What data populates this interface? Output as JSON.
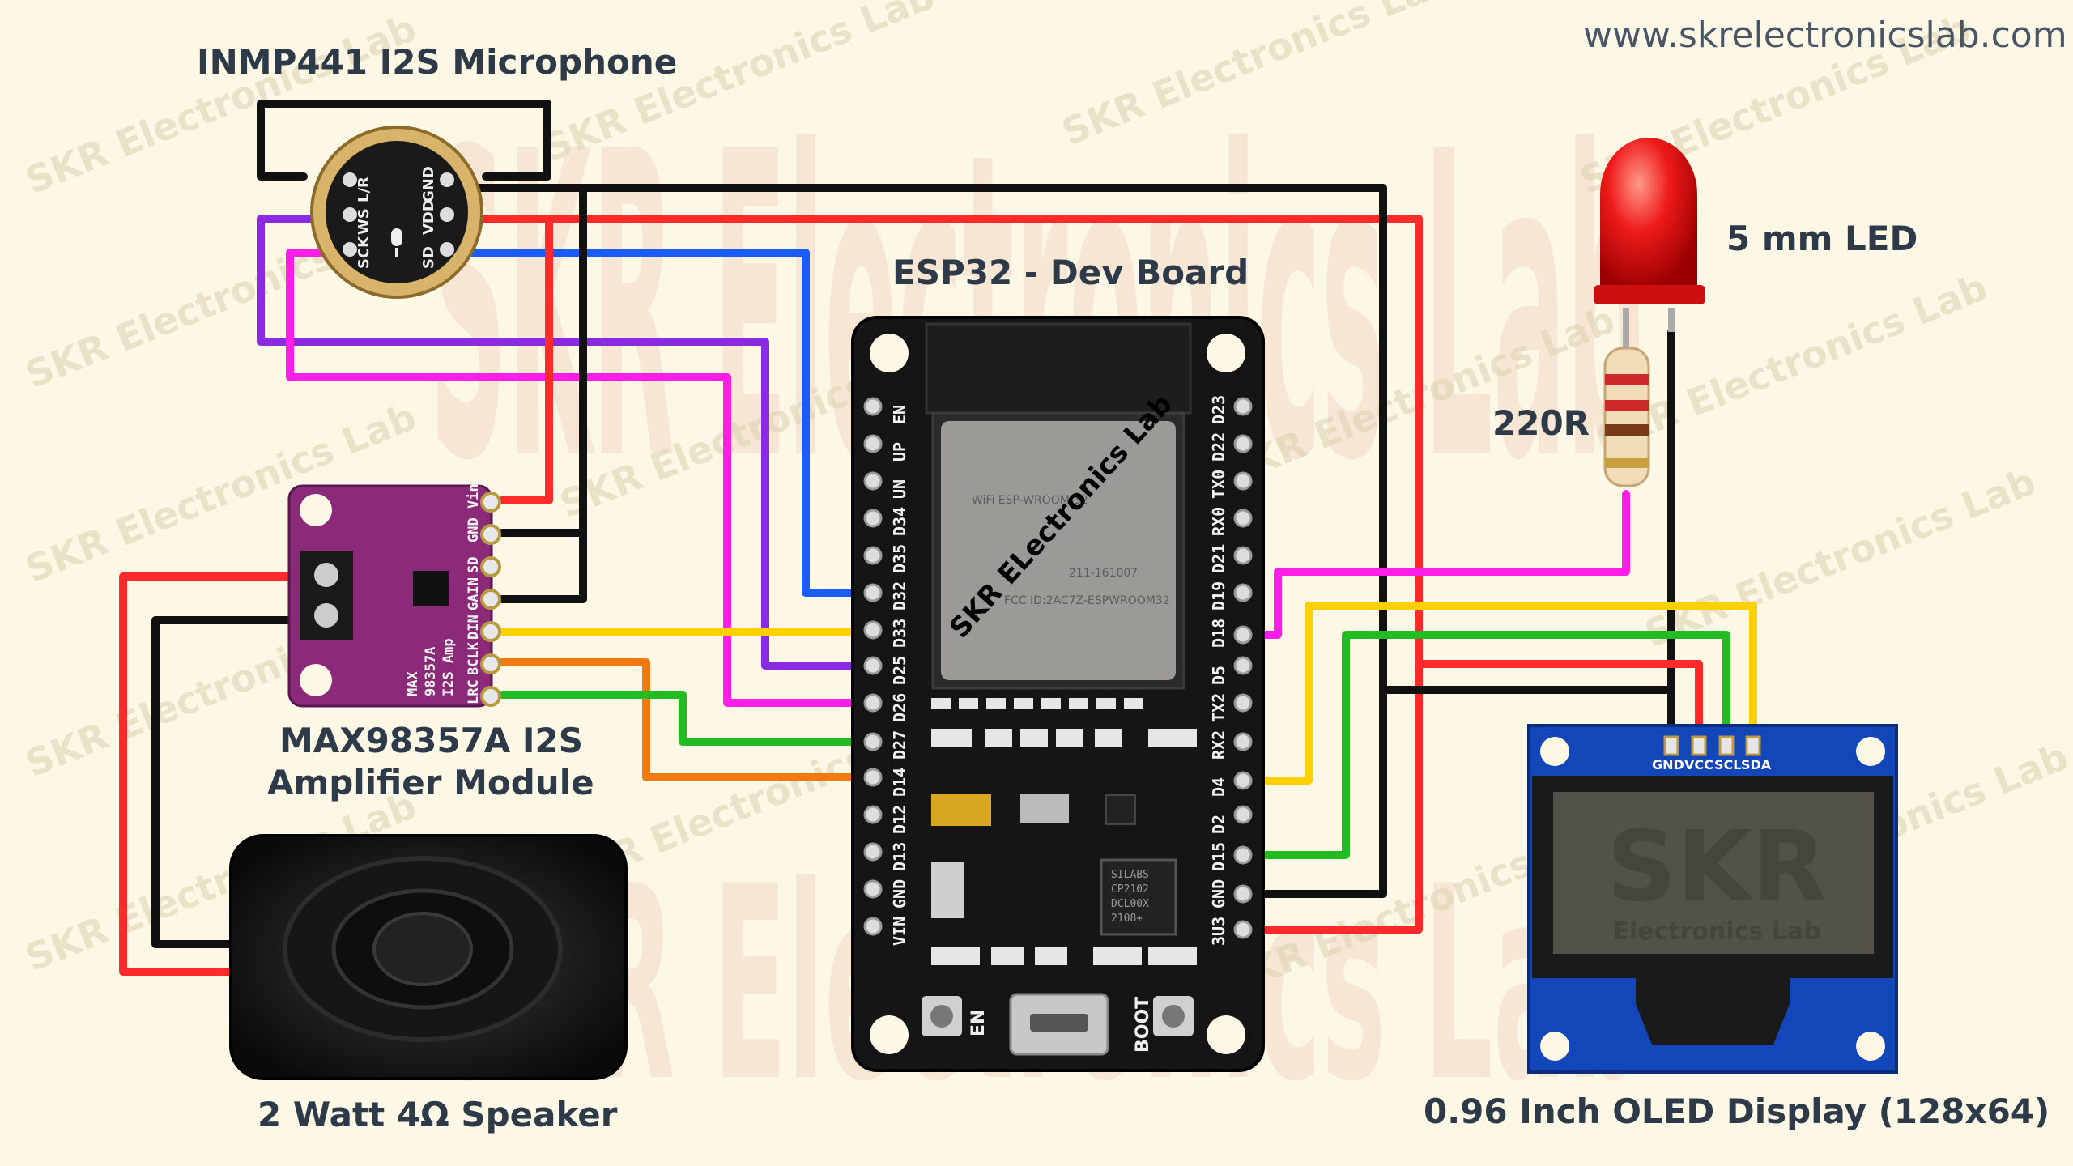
{
  "website": "www.skrelectronicslab.com",
  "watermark_text": "SKR Electronics Lab",
  "labels": {
    "mic": "INMP441 I2S Microphone",
    "esp32": "ESP32 - Dev Board",
    "led": "5 mm LED",
    "resistor": "220R",
    "amp_line1": "MAX98357A I2S",
    "amp_line2": "Amplifier Module",
    "speaker": "2 Watt 4Ω Speaker",
    "oled": "0.96 Inch OLED Display  (128x64)"
  },
  "mic_pins": {
    "left": [
      "L/R",
      "WS",
      "SCK"
    ],
    "right": [
      "GND",
      "VDD",
      "SD"
    ]
  },
  "amp_pins": [
    "Vin",
    "GND",
    "SD",
    "GAIN",
    "DIN",
    "BCLK",
    "LRC"
  ],
  "amp_chip_text": [
    "MAX",
    "98357A",
    "I2S Amp"
  ],
  "esp32_left_pins": [
    "EN",
    "UP",
    "UN",
    "D34",
    "D35",
    "D32",
    "D33",
    "D25",
    "D26",
    "D27",
    "D14",
    "D12",
    "D13",
    "GND",
    "VIN"
  ],
  "esp32_right_pins": [
    "D23",
    "D22",
    "TX0",
    "RX0",
    "D21",
    "D19",
    "D18",
    "D5",
    "TX2",
    "RX2",
    "D4",
    "D2",
    "D15",
    "GND",
    "3U3"
  ],
  "esp32_chip_text": "SKR ELectronics Lab",
  "esp32_module_text": [
    "WiFi ESP-WROOM-32",
    "211-161007",
    "FCC ID:2AC7Z-ESPWROOM32"
  ],
  "esp32_buttons": {
    "en": "EN",
    "boot": "BOOT"
  },
  "usb_chip_text": [
    "SILABS",
    "CP2102",
    "DCL00X",
    "2108+"
  ],
  "oled_pins": [
    "GND",
    "VCC",
    "SCL",
    "SDA"
  ],
  "oled_screen_text": {
    "big": "SKR",
    "small": "Electronics Lab"
  },
  "colors": {
    "background": "#fdf8e6",
    "wire_red": "#ff2a2a",
    "wire_black": "#111111",
    "wire_blue": "#1a5cff",
    "wire_purple": "#8a2be2",
    "wire_magenta": "#ff1ee6",
    "wire_yellow": "#ffd000",
    "wire_orange": "#f27a10",
    "wire_green": "#22bb22",
    "pcb_purple": "#8b2a78",
    "pcb_black": "#151515",
    "pcb_blue": "#1346b8",
    "label": "#2f3a48"
  }
}
